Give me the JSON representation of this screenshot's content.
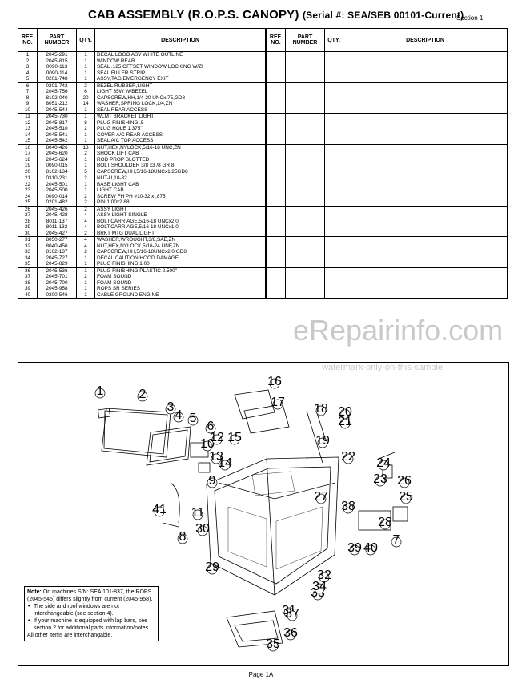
{
  "header": {
    "title": "CAB ASSEMBLY (R.O.P.S. CANOPY)",
    "serial": "(Serial #: SEA/SEB 00101-Current)",
    "section": "Section 1"
  },
  "table_headers": {
    "ref": "REF. NO.",
    "part": "PART NUMBER",
    "qty": "QTY.",
    "desc": "DESCRIPTION"
  },
  "parts": [
    [
      "1",
      "2045-291",
      "1",
      "DECAL LOGO ASV WHITE OUTLINE"
    ],
    [
      "2",
      "2045-815",
      "1",
      "WINDOW REAR"
    ],
    [
      "3",
      "0090-113",
      "1",
      "SEAL .125 OFFSET WINDOW LOCKING W/ZI"
    ],
    [
      "4",
      "0090-114",
      "1",
      "SEAL FILLER STRIP"
    ],
    [
      "5",
      "0201-748",
      "1",
      "ASSY,TAG,EMERGENCY EXIT"
    ],
    [
      "6",
      "0201-742",
      "2",
      "BEZEL,RUBBER,LIGHT"
    ],
    [
      "7",
      "2045-756",
      "6",
      "LIGHT 35W W/BEZEL"
    ],
    [
      "8",
      "8102-040",
      "20",
      "CAPSCREW,HH,1/4-20 UNCx.75,GD8"
    ],
    [
      "9",
      "8051-212",
      "14",
      "WASHER,SPRING LOCK,1/4,ZN"
    ],
    [
      "10",
      "2045-544",
      "1",
      "SEAL REAR ACCESS"
    ],
    [
      "11",
      "2045-730",
      "1",
      "WLMT BRACKET LIGHT"
    ],
    [
      "12",
      "2045-817",
      "8",
      "PLUG FINISHING .5"
    ],
    [
      "13",
      "2045-510",
      "2",
      "PLUG HOLE 1.375\""
    ],
    [
      "14",
      "2045-541",
      "1",
      "COVER A/C REAR ACCESS"
    ],
    [
      "15",
      "2045-542",
      "1",
      "SEAL A/C TOP ACCESS"
    ],
    [
      "16",
      "8040-426",
      "18",
      "NUT,HEX,NYLOCK,5/16-18 UNC,ZN"
    ],
    [
      "17",
      "2045-620",
      "2",
      "SHOCK LIFT CAB"
    ],
    [
      "18",
      "2045-624",
      "1",
      "ROD PROP SLOTTED"
    ],
    [
      "19",
      "0090-015",
      "1",
      "BOLT SHOULDER 3/8 x3 /8 GR 8"
    ],
    [
      "20",
      "8102-134",
      "5",
      "CAPSCREW,HH,5/16-18UNCx1.25GD8"
    ],
    [
      "21",
      "0310-231",
      "2",
      "NUT-U,10-32"
    ],
    [
      "22",
      "2045-501",
      "1",
      "BASE LIGHT CAB"
    ],
    [
      "23",
      "2045-500",
      "1",
      "LIGHT CAB"
    ],
    [
      "24",
      "0090-014",
      "2",
      "SCREW FH PH #10-32 x .875"
    ],
    [
      "25",
      "0201-482",
      "2",
      "PIN,1.00x2.88"
    ],
    [
      "26",
      "2045-426",
      "2",
      "ASSY LIGHT"
    ],
    [
      "27",
      "2045-428",
      "4",
      "ASSY LIGHT SINGLE"
    ],
    [
      "28",
      "8011-137",
      "4",
      "BOLT,CARRIAGE,5/16-18 UNCx2.0,"
    ],
    [
      "29",
      "8011-132",
      "4",
      "BOLT,CARRIAGE,5/16-18 UNCx1.0,"
    ],
    [
      "30",
      "2045-427",
      "2",
      "BRKT MTG DUAL LIGHT"
    ],
    [
      "31",
      "8050-277",
      "4",
      "WASHER,WROUGHT,3/8,SAE,ZN"
    ],
    [
      "32",
      "8040-456",
      "4",
      "NUT,HEX,NYLOCK,5/16-24 UNF,ZN"
    ],
    [
      "33",
      "8102-137",
      "2",
      "CAPSCREW,HH,5/16-18UNCx2.0 GD8"
    ],
    [
      "34",
      "2045-727",
      "1",
      "DECAL CAUTION HOOD DAMAGE"
    ],
    [
      "35",
      "2045-829",
      "1",
      "PLUG FINISHING 1.00"
    ],
    [
      "36",
      "2045-536",
      "1",
      "PLUG FINISHING PLASTIC 2.500\""
    ],
    [
      "37",
      "2045-701",
      "2",
      "FOAM SOUND"
    ],
    [
      "38",
      "2045-700",
      "1",
      "FOAM SOUND"
    ],
    [
      "39",
      "2045-958",
      "1",
      "ROPS SR SERIES"
    ],
    [
      "40",
      "0300-546",
      "1",
      "CABLE GROUND ENGINE"
    ]
  ],
  "watermark": {
    "brand": "eRepairinfo.com",
    "note": "watermark-only-on-this-sample"
  },
  "note": {
    "label": "Note:",
    "intro": "On machines S/N: SEA 101-837, the ROPS (2045-545) differs slightly from current (2045-958).",
    "bullet1": "The side and roof windows are not interchangeable (see section 4).",
    "bullet2": "If your machine is equipped with lap bars, see section 2 for additional parts information/notes.",
    "outro": "All other items are interchangable."
  },
  "callouts": [
    "1",
    "2",
    "3",
    "4",
    "5",
    "6",
    "7",
    "8",
    "9",
    "10",
    "11",
    "12",
    "13",
    "14",
    "15",
    "16",
    "17",
    "18",
    "19",
    "20",
    "21",
    "22",
    "23",
    "24",
    "25",
    "26",
    "27",
    "28",
    "29",
    "30",
    "31",
    "32",
    "33",
    "34",
    "35",
    "36",
    "37",
    "38",
    "39",
    "40",
    "41"
  ],
  "footer": {
    "page": "Page 1A"
  }
}
